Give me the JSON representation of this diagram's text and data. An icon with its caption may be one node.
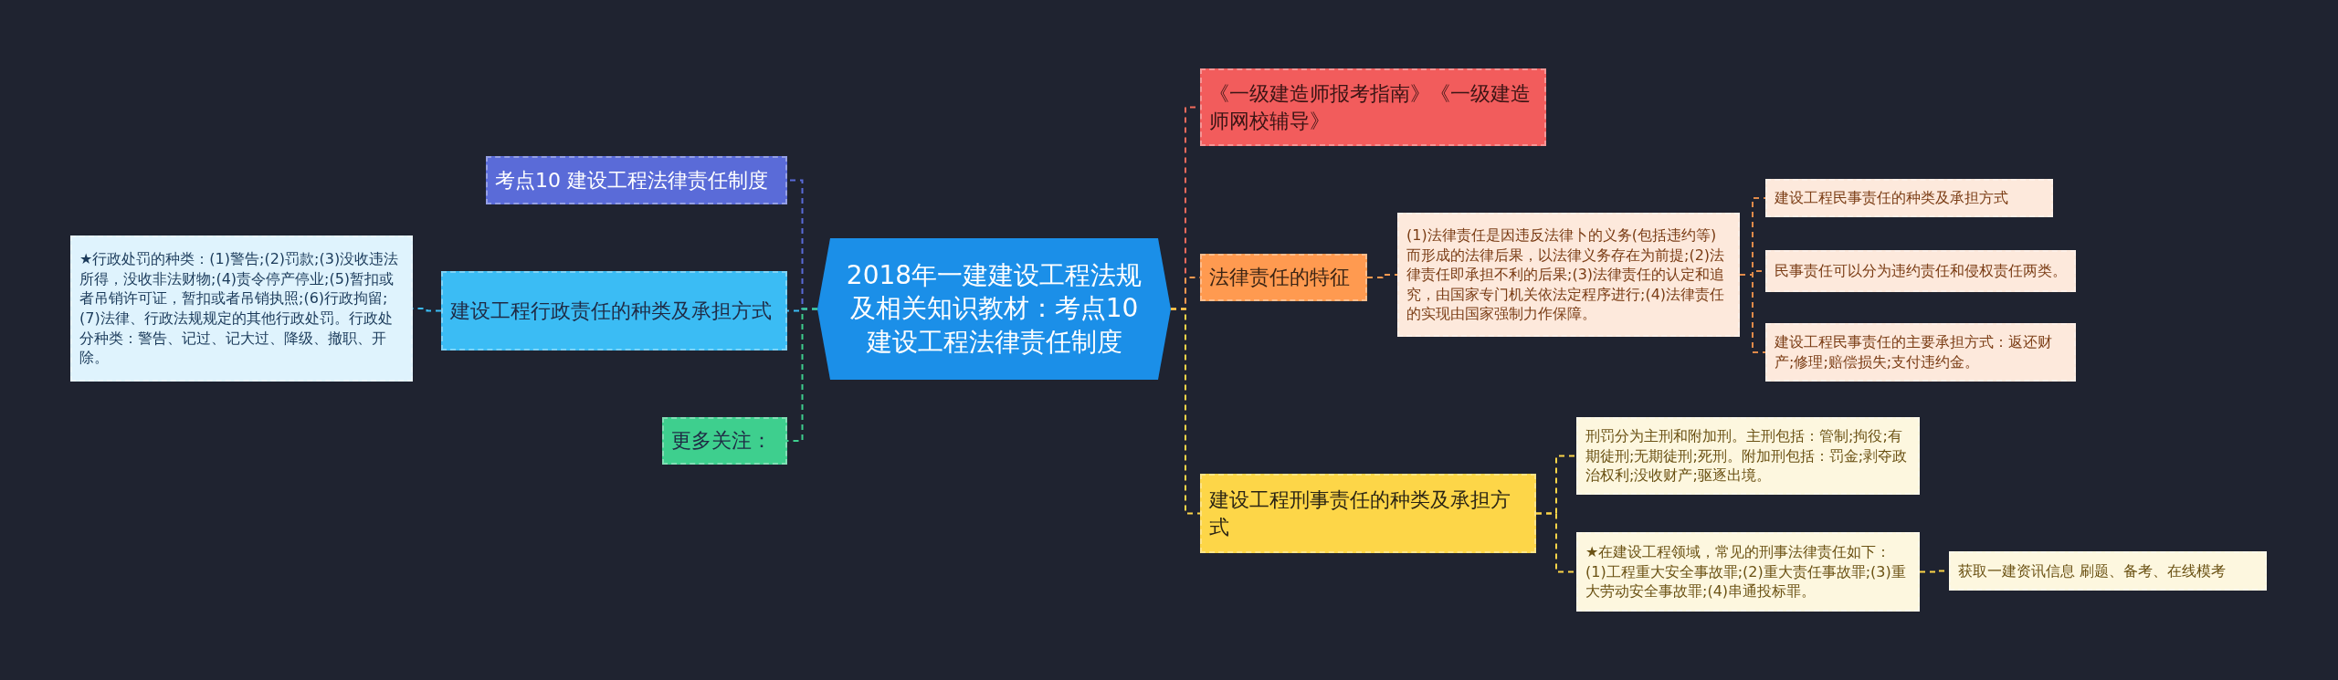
{
  "diagram": {
    "nodes": [
      {
        "text": [
          "2018年一建建设工程法规及相关知识教材：考点10 建设工程法律责任制度"
        ]
      },
      {
        "text": [
          "考点10 建设工程法律责任制度"
        ]
      },
      {
        "text": [
          "建设工程行政责任的种类及承担方式"
        ]
      },
      {
        "text": [
          "★行政处罚的种类：(1)警告;(2)罚款;(3)没收违法所得，没收非法财物;(4)责令停产停业;(5)暂扣或者吊销许可证，暂扣或者吊销执照;(6)行政拘留;(7)法律、行政法规规定的其他行政处罚。行政处分种类：警告、记过、记大过、降级、撤职、开除。"
        ]
      },
      {
        "text": [
          "更多关注："
        ]
      },
      {
        "text": [
          "《一级建造师报考指南》《一级建造师网校辅导》"
        ]
      },
      {
        "text": [
          "法律责任的特征"
        ]
      },
      {
        "text": [
          "(1)法律责任是因违反法律卜的义务(包括违约等)而形成的法律后果，以法律义务存在为前提;(2)法律责任即承担不利的后果;(3)法律责任的认定和追究，由国家专门机关依法定程序进行;(4)法律责任的实现由国家强制力作保障。"
        ]
      },
      {
        "text": [
          "建设工程民事责任的种类及承担方式"
        ]
      },
      {
        "text": [
          "民事责任可以分为违约责任和侵权责任两类。"
        ]
      },
      {
        "text": [
          "建设工程民事责任的主要承担方式：返还财产;修理;赔偿损失;支付违约金。"
        ]
      },
      {
        "text": [
          "建设工程刑事责任的种类及承担方式"
        ]
      },
      {
        "text": [
          "刑罚分为主刑和附加刑。主刑包括：管制;拘役;有期徒刑;无期徒刑;死刑。附加刑包括：罚金;剥夺政治权利;没收财产;驱逐出境。"
        ]
      },
      {
        "text": [
          "★在建设工程领域，常见的刑事法律责任如下：(1)工程重大安全事故罪;(2)重大责任事故罪;(3)重大劳动安全事故罪;(4)串通投标罪。"
        ]
      },
      {
        "text": [
          "获取一建资讯信息 刷题、备考、在线模考"
        ]
      }
    ],
    "edges": [
      {
        "from": 0,
        "to": 1,
        "arrow": "none",
        "style": "dashed",
        "color": "#5a6bd8"
      },
      {
        "from": 0,
        "to": 2,
        "arrow": "none",
        "style": "dashed",
        "color": "#3bbcf4"
      },
      {
        "from": 0,
        "to": 4,
        "arrow": "none",
        "style": "dashed",
        "color": "#3ecf8e"
      },
      {
        "from": 2,
        "to": 3,
        "arrow": "none",
        "style": "dashed",
        "color": "#3bbcf4"
      },
      {
        "from": 0,
        "to": 5,
        "arrow": "none",
        "style": "dashed",
        "color": "#f26b5c"
      },
      {
        "from": 0,
        "to": 6,
        "arrow": "none",
        "style": "dashed",
        "color": "#ff9a50"
      },
      {
        "from": 0,
        "to": 11,
        "arrow": "none",
        "style": "dashed",
        "color": "#fdd648"
      },
      {
        "from": 6,
        "to": 7,
        "arrow": "none",
        "style": "dashed",
        "color": "#ff9a50"
      },
      {
        "from": 7,
        "to": 8,
        "arrow": "none",
        "style": "dashed",
        "color": "#e08a4a"
      },
      {
        "from": 7,
        "to": 9,
        "arrow": "none",
        "style": "dashed",
        "color": "#e08a4a"
      },
      {
        "from": 7,
        "to": 10,
        "arrow": "none",
        "style": "dashed",
        "color": "#e08a4a"
      },
      {
        "from": 11,
        "to": 12,
        "arrow": "none",
        "style": "dashed",
        "color": "#fdd648"
      },
      {
        "from": 11,
        "to": 13,
        "arrow": "none",
        "style": "dashed",
        "color": "#fdd648"
      },
      {
        "from": 13,
        "to": 14,
        "arrow": "none",
        "style": "dashed",
        "color": "#fdd648"
      }
    ]
  }
}
